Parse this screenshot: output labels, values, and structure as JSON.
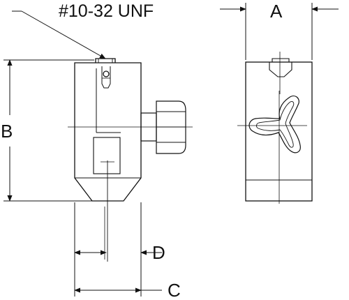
{
  "thread_callout": "#10-32 UNF",
  "dimensions": {
    "a": "A",
    "b": "B",
    "c": "C",
    "d": "D"
  },
  "colors": {
    "stroke": "#111111",
    "background": "#ffffff"
  }
}
